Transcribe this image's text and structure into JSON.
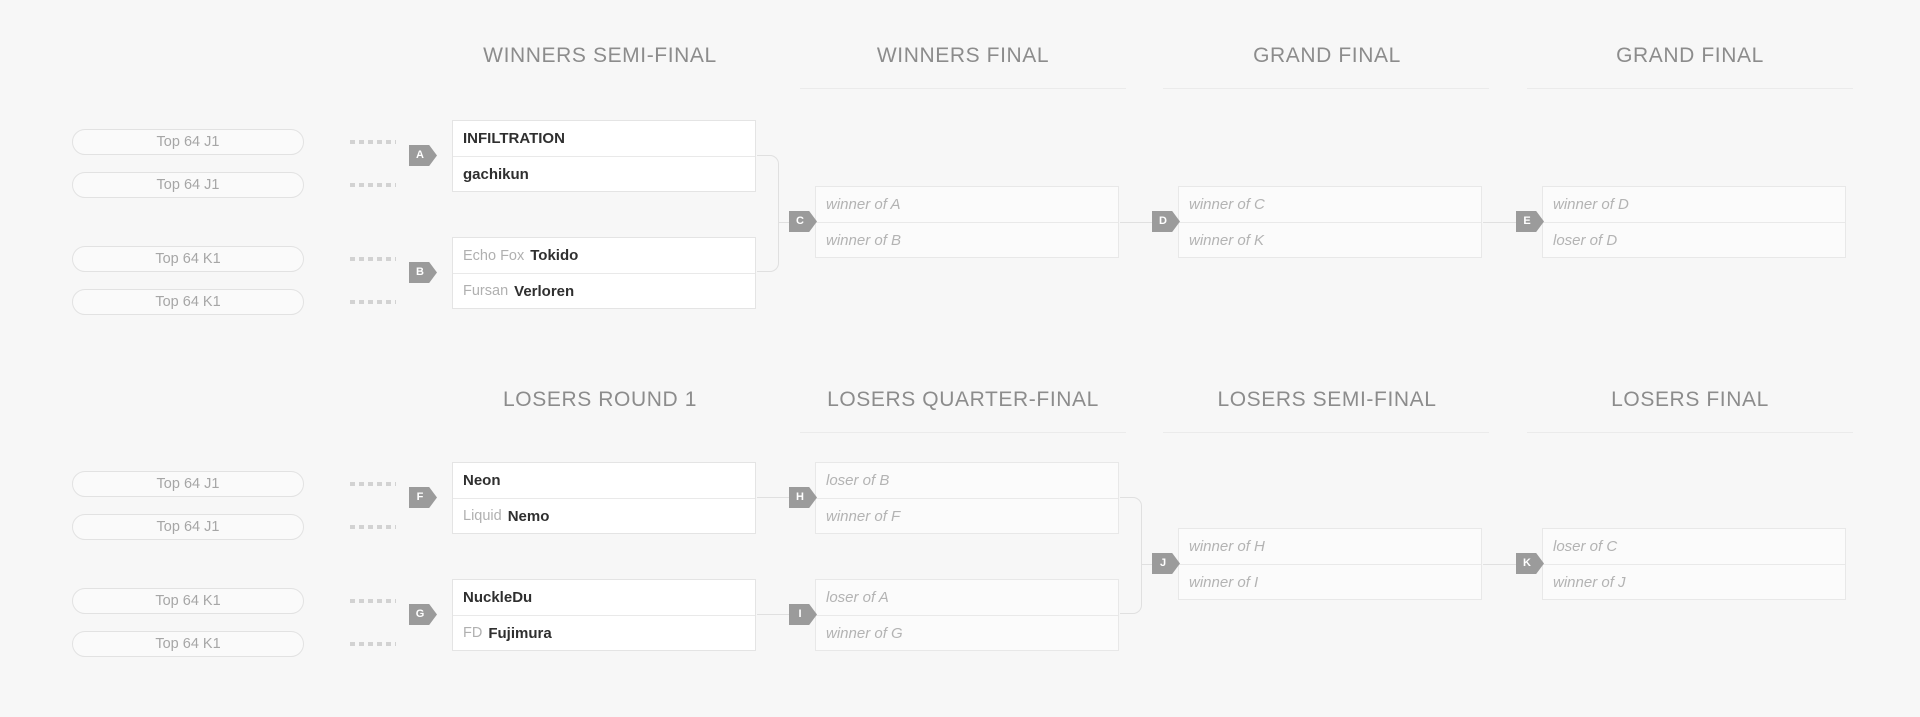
{
  "winners": {
    "rounds": [
      {
        "label": "WINNERS SEMI-FINAL"
      },
      {
        "label": "WINNERS FINAL"
      },
      {
        "label": "GRAND FINAL"
      },
      {
        "label": "GRAND FINAL"
      }
    ],
    "seeds": [
      {
        "label": "Top 64 J1"
      },
      {
        "label": "Top 64 J1"
      },
      {
        "label": "Top 64 K1"
      },
      {
        "label": "Top 64 K1"
      }
    ],
    "matches": [
      {
        "letter": "A",
        "slots": [
          {
            "prefix": "",
            "name": "INFILTRATION",
            "tbd": false
          },
          {
            "prefix": "",
            "name": "gachikun",
            "tbd": false
          }
        ]
      },
      {
        "letter": "B",
        "slots": [
          {
            "prefix": "Echo Fox",
            "name": "Tokido",
            "tbd": false
          },
          {
            "prefix": "Fursan",
            "name": "Verloren",
            "tbd": false
          }
        ]
      },
      {
        "letter": "C",
        "slots": [
          {
            "prefix": "",
            "name": "winner of A",
            "tbd": true
          },
          {
            "prefix": "",
            "name": "winner of B",
            "tbd": true
          }
        ]
      },
      {
        "letter": "D",
        "slots": [
          {
            "prefix": "",
            "name": "winner of C",
            "tbd": true
          },
          {
            "prefix": "",
            "name": "winner of K",
            "tbd": true
          }
        ]
      },
      {
        "letter": "E",
        "slots": [
          {
            "prefix": "",
            "name": "winner of D",
            "tbd": true
          },
          {
            "prefix": "",
            "name": "loser of D",
            "tbd": true
          }
        ]
      }
    ]
  },
  "losers": {
    "rounds": [
      {
        "label": "LOSERS ROUND 1"
      },
      {
        "label": "LOSERS QUARTER-FINAL"
      },
      {
        "label": "LOSERS SEMI-FINAL"
      },
      {
        "label": "LOSERS FINAL"
      }
    ],
    "seeds": [
      {
        "label": "Top 64 J1"
      },
      {
        "label": "Top 64 J1"
      },
      {
        "label": "Top 64 K1"
      },
      {
        "label": "Top 64 K1"
      }
    ],
    "matches": [
      {
        "letter": "F",
        "slots": [
          {
            "prefix": "",
            "name": "Neon",
            "tbd": false
          },
          {
            "prefix": "Liquid",
            "name": "Nemo",
            "tbd": false
          }
        ]
      },
      {
        "letter": "G",
        "slots": [
          {
            "prefix": "",
            "name": "NuckleDu",
            "tbd": false
          },
          {
            "prefix": "FD",
            "name": "Fujimura",
            "tbd": false
          }
        ]
      },
      {
        "letter": "H",
        "slots": [
          {
            "prefix": "",
            "name": "loser of B",
            "tbd": true
          },
          {
            "prefix": "",
            "name": "winner of F",
            "tbd": true
          }
        ]
      },
      {
        "letter": "I",
        "slots": [
          {
            "prefix": "",
            "name": "loser of A",
            "tbd": true
          },
          {
            "prefix": "",
            "name": "winner of G",
            "tbd": true
          }
        ]
      },
      {
        "letter": "J",
        "slots": [
          {
            "prefix": "",
            "name": "winner of H",
            "tbd": true
          },
          {
            "prefix": "",
            "name": "winner of I",
            "tbd": true
          }
        ]
      },
      {
        "letter": "K",
        "slots": [
          {
            "prefix": "",
            "name": "loser of C",
            "tbd": true
          },
          {
            "prefix": "",
            "name": "winner of J",
            "tbd": true
          }
        ]
      }
    ]
  },
  "colors": {
    "background": "#f7f7f7",
    "box_border": "#e4e4e4",
    "badge": "#9b9b9b",
    "heading": "#8c8c8c",
    "player": "#2f2f2f",
    "placeholder_text": "#b3b3b3",
    "prefix": "#b0b0b0"
  }
}
